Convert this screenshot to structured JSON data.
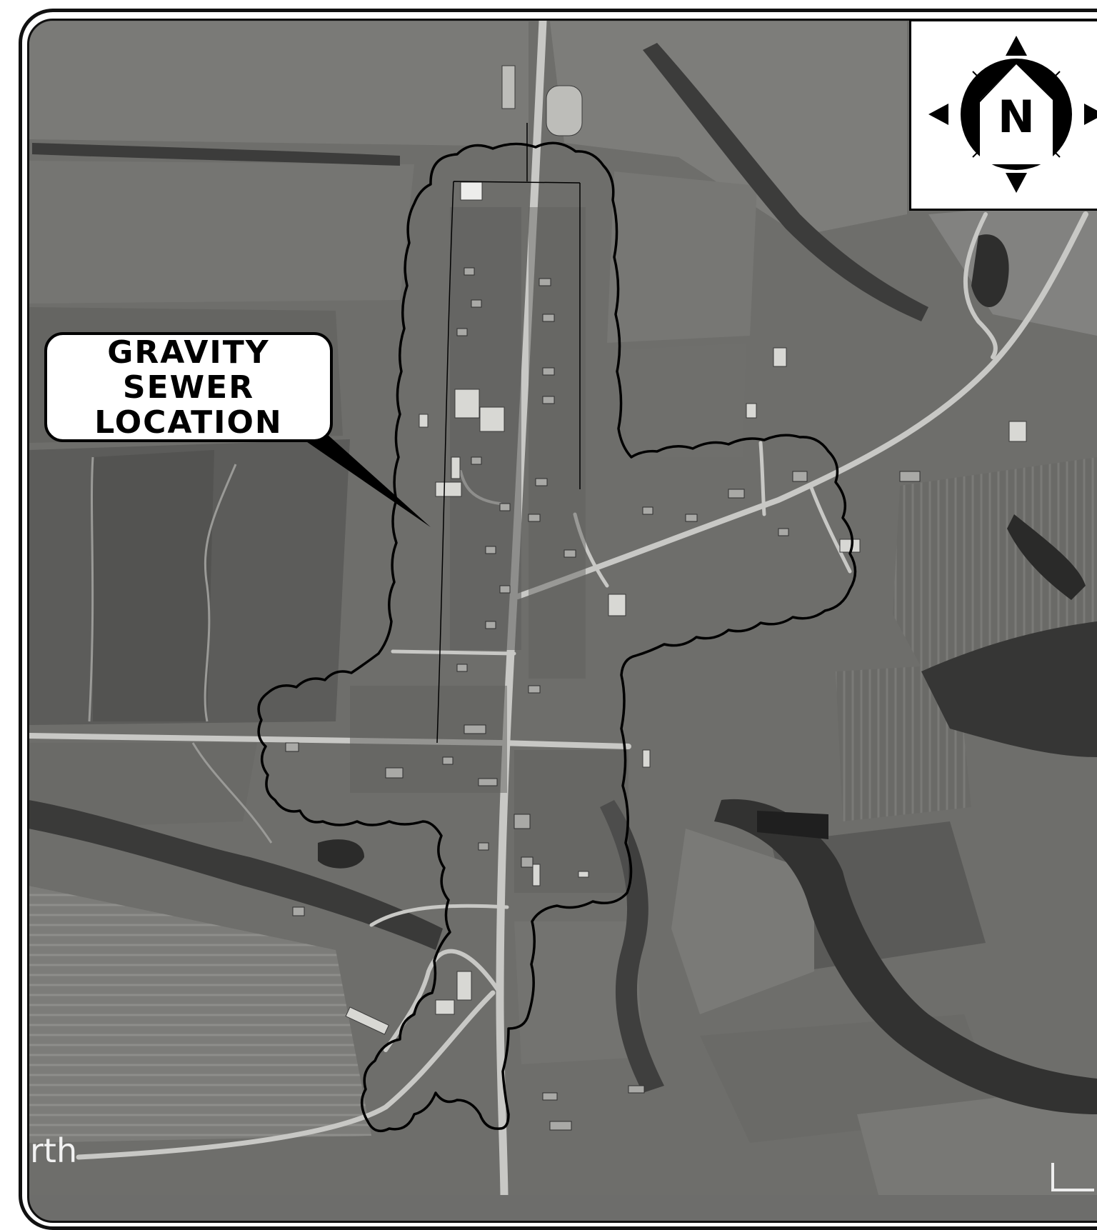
{
  "callout": {
    "label": "GRAVITY\nSEWER\nLOCATION"
  },
  "north_arrow": {
    "letter": "N",
    "icon": "compass-rose-icon"
  },
  "attribution": {
    "text": "rth"
  },
  "colors": {
    "boundary": "#000000",
    "callout_bg": "#ffffff",
    "map_base": "#6d6d6b",
    "road": "#c9c9c6",
    "field_light": "#8a8a87",
    "field_dark": "#4e4e4c",
    "trees": "#333332"
  }
}
